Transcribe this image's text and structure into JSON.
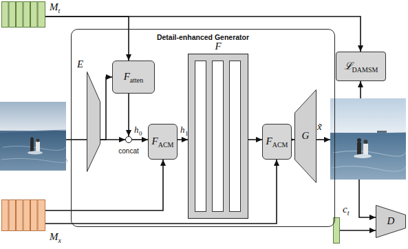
{
  "diagram": {
    "nodes": [
      {
        "text": [
          "M",
          "t"
        ]
      },
      {
        "text": [
          "Detail-enhanced Generator"
        ]
      },
      {
        "text": [
          "E"
        ],
        "in": 1
      },
      {
        "text": [
          "F",
          "atten"
        ],
        "in": 1
      },
      {
        "text": [
          "concat"
        ],
        "in": 1
      },
      {
        "text": [
          "F",
          "ACM"
        ],
        "in": 1
      },
      {
        "text": [
          "F"
        ],
        "in": 1
      },
      {
        "text": [
          "F",
          "ACM"
        ],
        "in": 1
      },
      {
        "text": [
          "G"
        ],
        "in": 1
      },
      {
        "text": [
          "ℒ",
          "DAMSM"
        ]
      },
      {
        "text": [
          "x̃"
        ]
      },
      {
        "text": [
          "c",
          "t"
        ]
      },
      {
        "text": [
          "D"
        ]
      },
      {
        "text": [
          "M",
          "x"
        ]
      }
    ],
    "edges": [
      {
        "from": 0,
        "to": 3,
        "arrow": "to"
      },
      {
        "from": 0,
        "to": 9,
        "arrow": "to"
      },
      {
        "from": 2,
        "to": 3,
        "arrow": "to"
      },
      {
        "from": 3,
        "to": 4,
        "arrow": "to"
      },
      {
        "from": 2,
        "to": 4,
        "arrow": "to"
      },
      {
        "from": 4,
        "to": 5,
        "arrow": "to"
      },
      {
        "from": 5,
        "to": 6,
        "arrow": "to"
      },
      {
        "from": 6,
        "to": 7,
        "arrow": "to"
      },
      {
        "from": 7,
        "to": 8,
        "arrow": "to"
      },
      {
        "from": 8,
        "to": 10,
        "arrow": "to"
      },
      {
        "from": 10,
        "to": 9,
        "arrow": "to"
      },
      {
        "from": 10,
        "to": 12,
        "arrow": "to"
      },
      {
        "from": 11,
        "to": 12,
        "arrow": "to"
      },
      {
        "from": 13,
        "to": 5,
        "arrow": "to"
      },
      {
        "from": 13,
        "to": 7,
        "arrow": "to"
      }
    ],
    "labels": [
      "h",
      "0",
      "h",
      "1"
    ]
  }
}
